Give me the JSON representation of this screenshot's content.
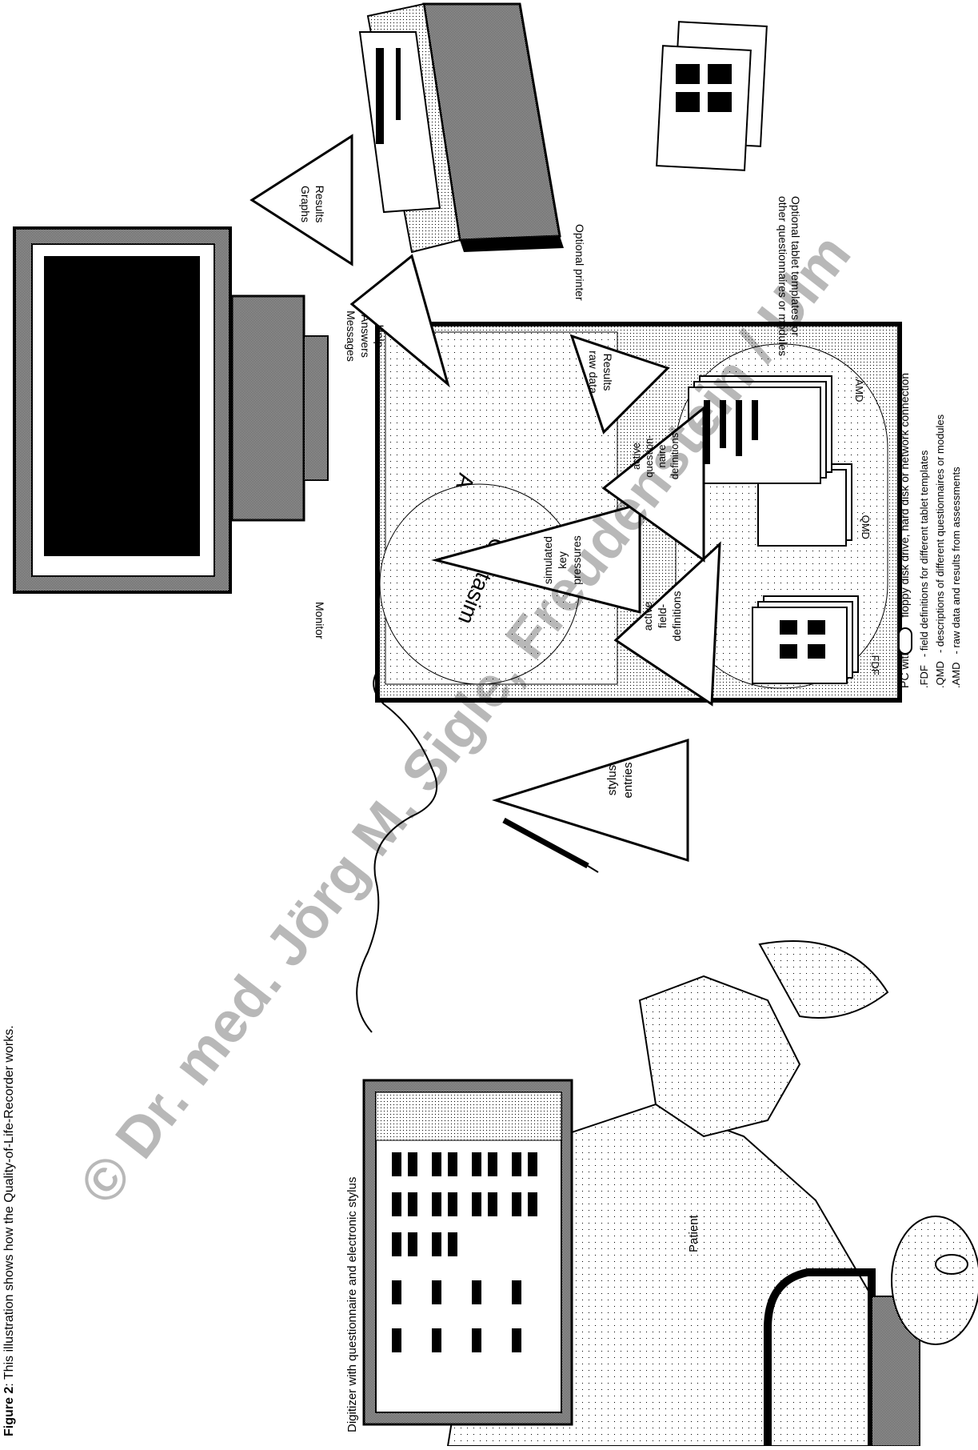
{
  "caption": {
    "label": "Figure 2",
    "text": ": This illustration shows how the Quality-of-Life-Recorder works."
  },
  "watermark": "© Dr. med. Jörg M. Sigle, Freudenstein / Ulm",
  "patient": {
    "label": "Patient",
    "digitizer_label": "Digitizer with questionnaire and electronic stylus"
  },
  "monitor": {
    "label": "Monitor"
  },
  "printer": {
    "label": "Optional printer"
  },
  "templates": {
    "label_line1": "Optional tablet templates for",
    "label_line2": "other questionnaires or modules"
  },
  "pc": {
    "label_prefix": "PC with",
    "label_suffix": "floppy disk drive, hard disk or network connection",
    "gratasim": "Gratasim",
    "anyquest": "AnyQuest",
    "files": [
      {
        "name": ".FDF",
        "desc": "- field definitions for different tablet templates"
      },
      {
        "name": ".QMD",
        "desc": "- descriptions of different questionnaires or modules"
      },
      {
        "name": ".AMD",
        "desc": "- raw data and results from assessments"
      }
    ],
    "stack_labels": [
      ".FDF",
      ".QMD",
      ".AMD"
    ]
  },
  "triangles": {
    "stylus": [
      "stylus",
      "entries"
    ],
    "fdf": [
      "active",
      "field-",
      "definitions"
    ],
    "keypress": [
      "simulated",
      "key",
      "pressures"
    ],
    "qmd": [
      "active",
      "question-",
      "naire",
      "definitions"
    ],
    "help": [
      "Help",
      "Answers",
      "Messages"
    ],
    "rawdata": [
      "Results",
      "raw data"
    ],
    "results": [
      "Results",
      "Graphs"
    ]
  }
}
